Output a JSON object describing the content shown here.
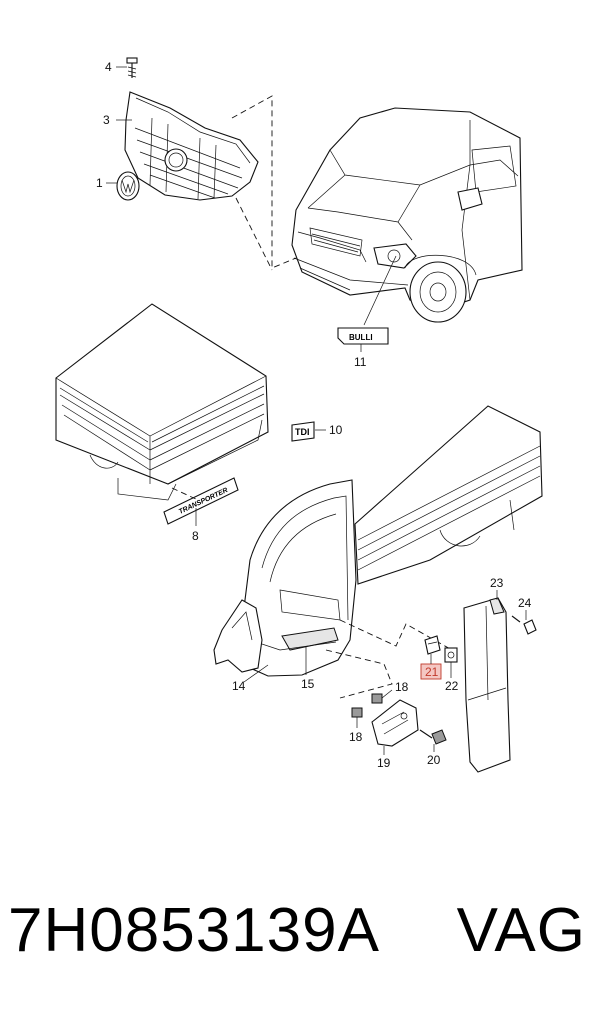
{
  "callouts": {
    "c1": "1",
    "c3": "3",
    "c4": "4",
    "c8": "8",
    "c10": "10",
    "c11": "11",
    "c14": "14",
    "c15": "15",
    "c18a": "18",
    "c18b": "18",
    "c19": "19",
    "c20": "20",
    "c21": "21",
    "c22": "22",
    "c23": "23",
    "c24": "24"
  },
  "badges": {
    "bulli": "BULLI",
    "tdi": "TDI",
    "transporter": "TRANSPORTER"
  },
  "highlight_color": "#f4c7c3",
  "footer": {
    "part_number": "7H0853139A",
    "brand": "VAG"
  }
}
